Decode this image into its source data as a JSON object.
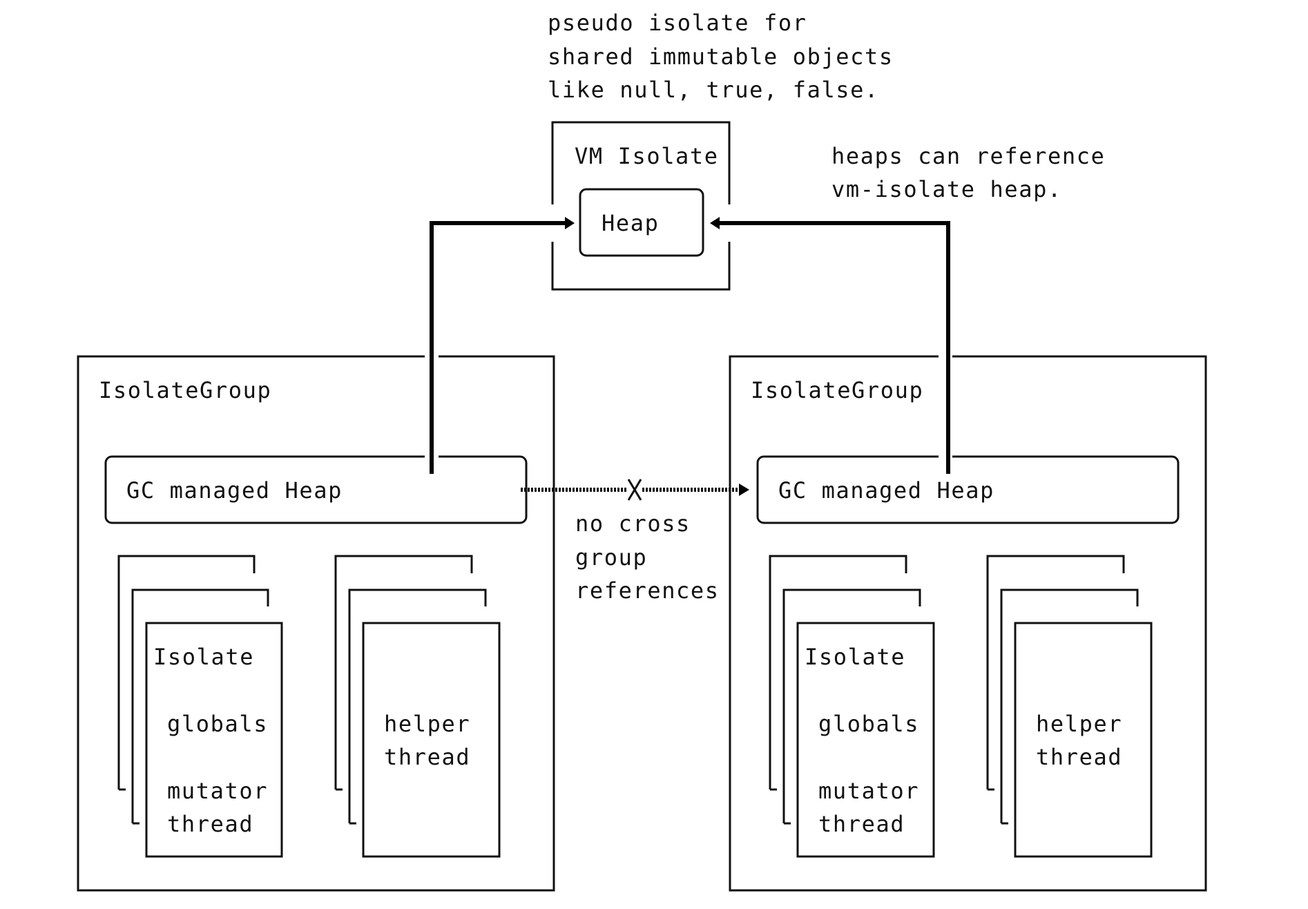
{
  "notes": {
    "pseudo_isolate": [
      "pseudo isolate for",
      "shared immutable objects",
      "like null, true, false."
    ],
    "heaps_reference": [
      "heaps can reference",
      "vm-isolate heap."
    ],
    "no_cross": [
      "no cross",
      "group",
      "references"
    ]
  },
  "vm_isolate": {
    "title": "VM Isolate",
    "heap": "Heap"
  },
  "groups": [
    {
      "title": "IsolateGroup",
      "heap": "GC managed Heap",
      "isolate": {
        "title": "Isolate",
        "globals": "globals",
        "mutator": [
          "mutator",
          "thread"
        ]
      },
      "helper": [
        "helper",
        "thread"
      ]
    },
    {
      "title": "IsolateGroup",
      "heap": "GC managed Heap",
      "isolate": {
        "title": "Isolate",
        "globals": "globals",
        "mutator": [
          "mutator",
          "thread"
        ]
      },
      "helper": [
        "helper",
        "thread"
      ]
    }
  ],
  "colors": {
    "stroke": "#111111",
    "background": "#ffffff"
  }
}
